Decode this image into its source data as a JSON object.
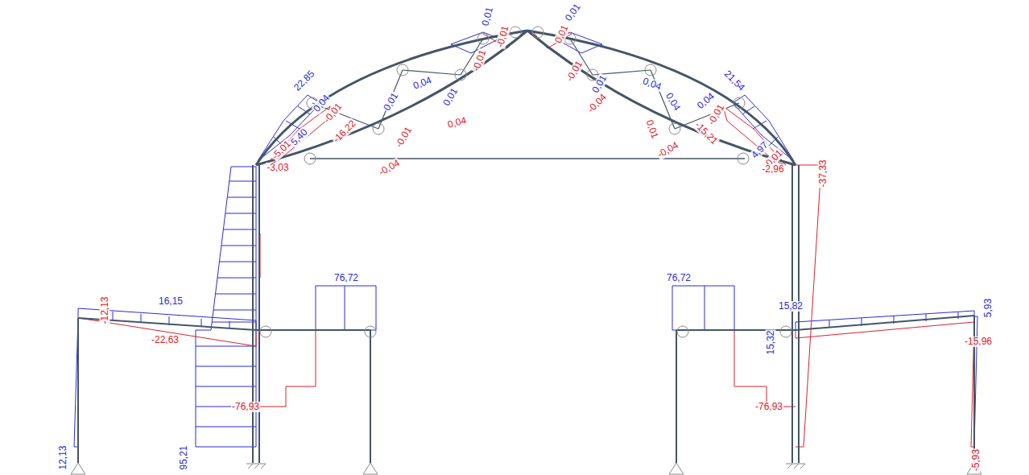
{
  "diagram": {
    "labels": [
      "22,85",
      "0,04",
      "0,01",
      "0,04",
      "0,01",
      "-0,01",
      "0,01",
      "0,04",
      "-0,01",
      "-0,01",
      "-16,22",
      "-0,04",
      "-0,01",
      "5,40",
      "-5,01",
      "-3,03",
      "0,01",
      "0,01",
      "-0,01",
      "0,01",
      "-0,04",
      "0,04",
      "0,04",
      "0,01",
      "-0,04",
      "21,54",
      "0,04",
      "-0,01",
      "-15,21",
      "4,97",
      "0,01",
      "-2,96",
      "-37,33",
      "76,72",
      "76,72",
      "16,15",
      "-12,13",
      "-22,63",
      "-76,93",
      "95,21",
      "12,13",
      "15,82",
      "15,32",
      "5,93",
      "-15,96",
      "-76,93",
      "-5,93"
    ]
  }
}
